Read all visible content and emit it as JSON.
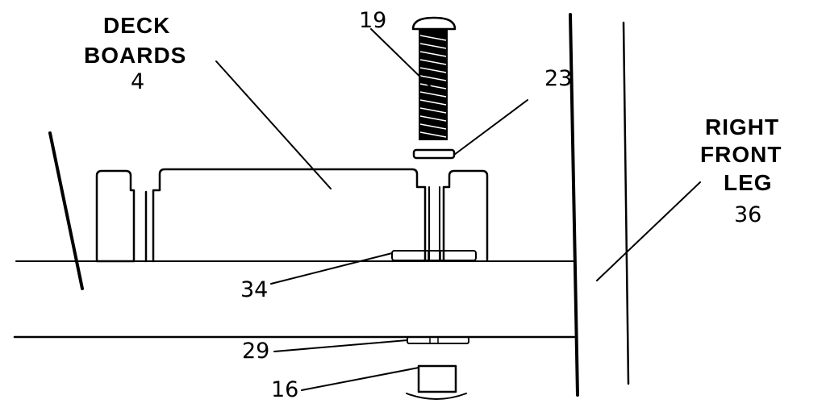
{
  "labels": {
    "deck_boards_line1": "DECK",
    "deck_boards_line2": "BOARDS",
    "deck_boards_num": "4",
    "bolt_num": "19",
    "washer_num": "23",
    "leg_line1": "RIGHT",
    "leg_line2": "FRONT",
    "leg_line3": "LEG",
    "leg_num": "36",
    "part_34": "34",
    "part_29": "29",
    "part_16": "16"
  },
  "colors": {
    "ink": "#000000",
    "paper": "#ffffff"
  }
}
